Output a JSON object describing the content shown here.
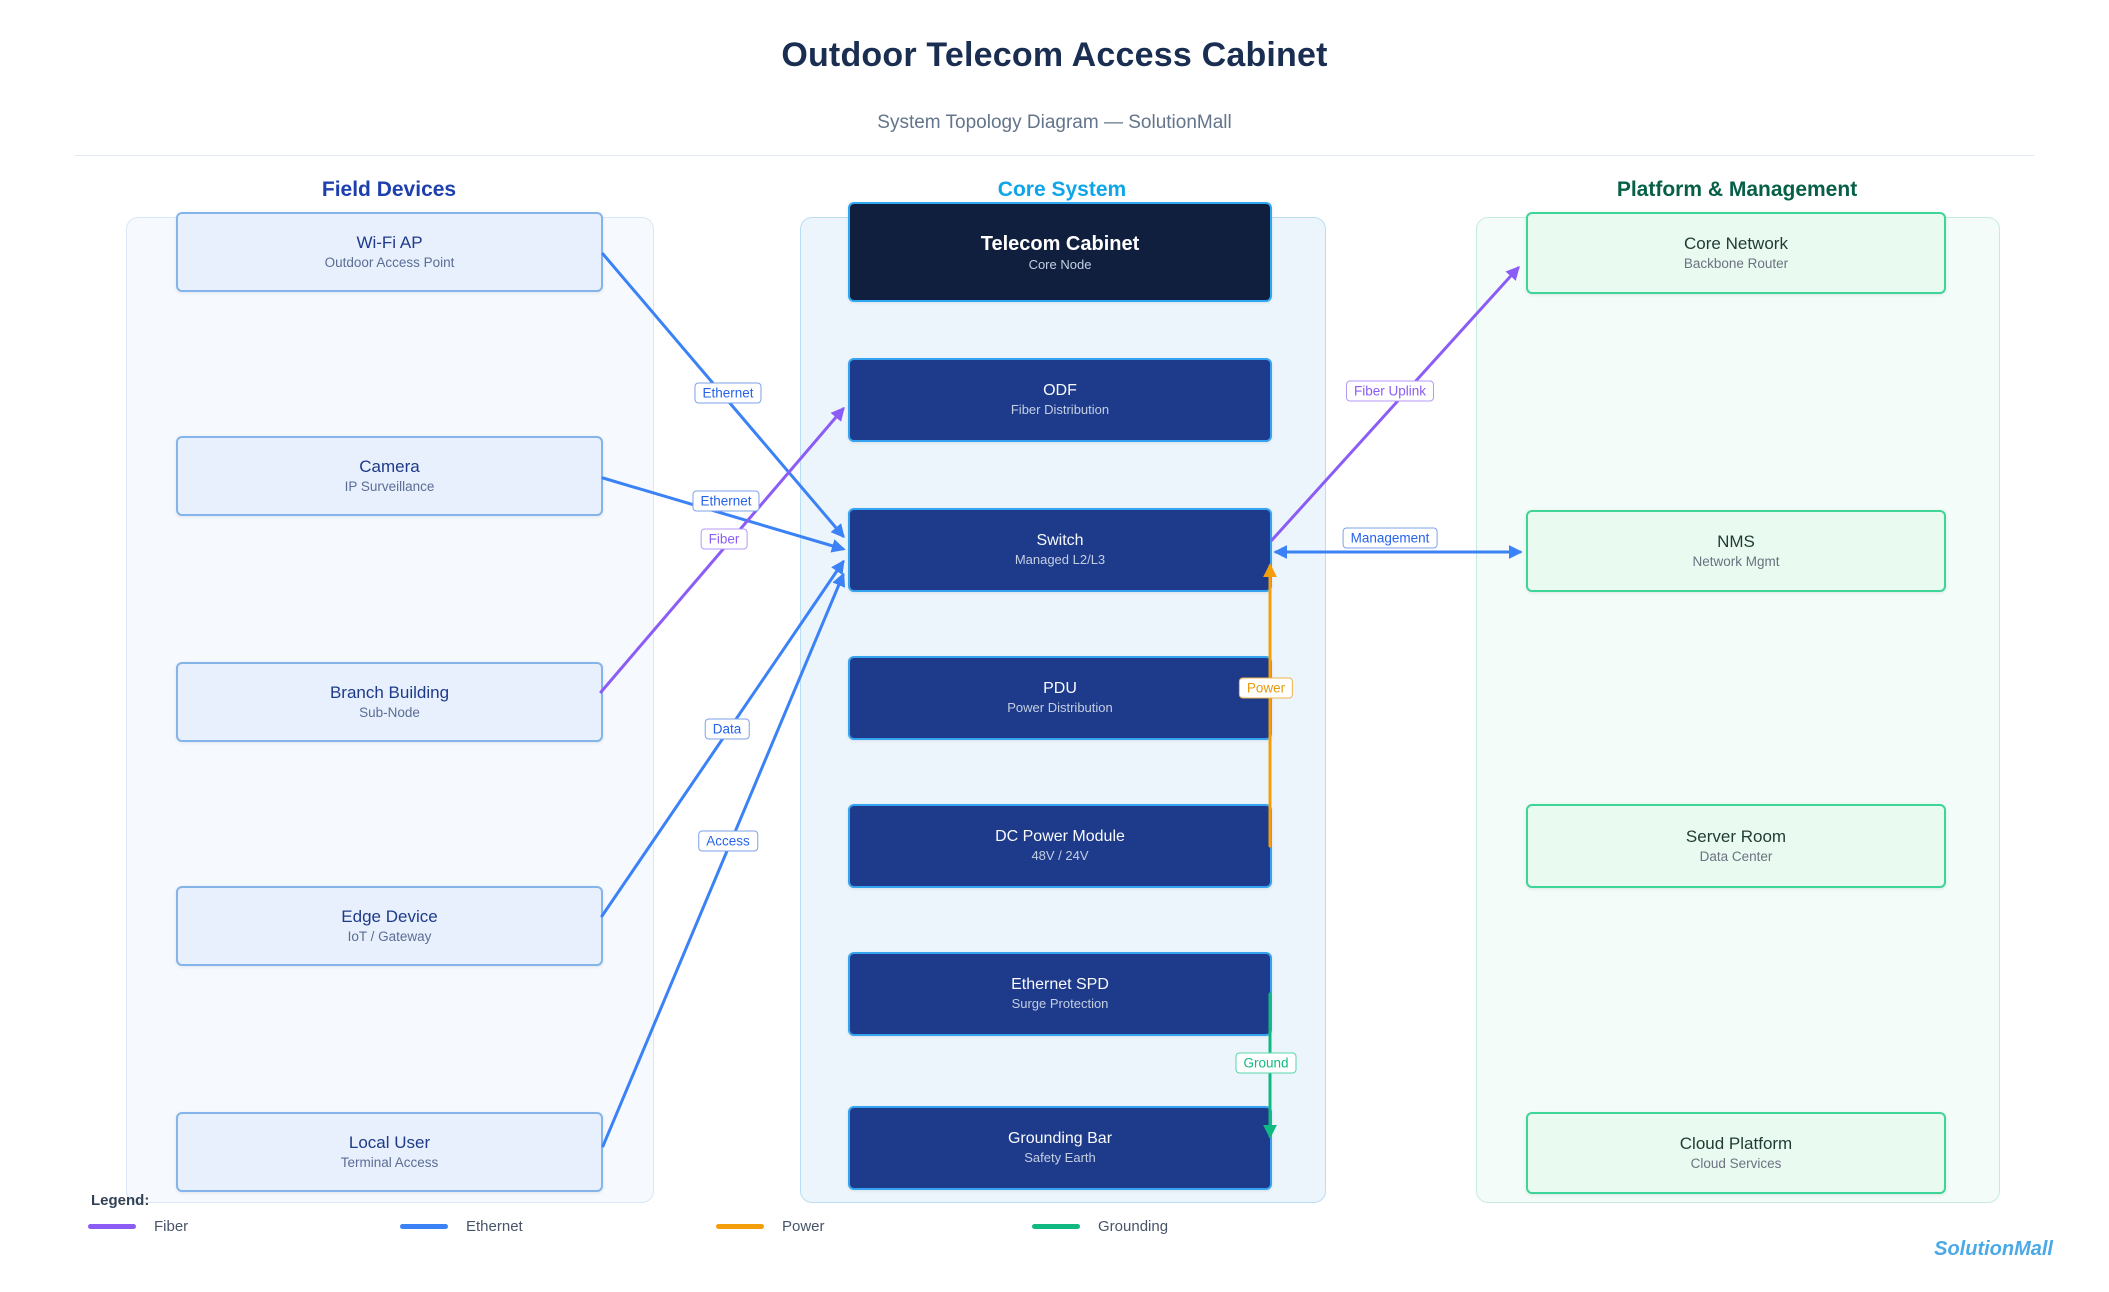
{
  "title": "Outdoor Telecom Access Cabinet",
  "subtitle": "System Topology Diagram — SolutionMall",
  "watermark": "SolutionMall",
  "colors": {
    "fiber": "#8b5cf6",
    "ethernet": "#3b82f6",
    "power": "#f59e0b",
    "grounding": "#10b981",
    "field_header": "#1e40af",
    "core_header": "#0ea5e9",
    "platform_header": "#065f46"
  },
  "columns": {
    "field": {
      "header": "Field Devices",
      "nodes": [
        {
          "title": "Wi-Fi AP",
          "subtitle": "Outdoor Access Point"
        },
        {
          "title": "Camera",
          "subtitle": "IP Surveillance"
        },
        {
          "title": "Branch Building",
          "subtitle": "Sub-Node"
        },
        {
          "title": "Edge Device",
          "subtitle": "IoT / Gateway"
        },
        {
          "title": "Local User",
          "subtitle": "Terminal Access"
        }
      ]
    },
    "core": {
      "header": "Core System",
      "nodes": [
        {
          "title": "Telecom Cabinet",
          "subtitle": "Core Node"
        },
        {
          "title": "ODF",
          "subtitle": "Fiber Distribution"
        },
        {
          "title": "Switch",
          "subtitle": "Managed L2/L3"
        },
        {
          "title": "PDU",
          "subtitle": "Power Distribution"
        },
        {
          "title": "DC Power Module",
          "subtitle": "48V / 24V"
        },
        {
          "title": "Ethernet SPD",
          "subtitle": "Surge Protection"
        },
        {
          "title": "Grounding Bar",
          "subtitle": "Safety Earth"
        }
      ]
    },
    "platform": {
      "header": "Platform & Management",
      "nodes": [
        {
          "title": "Core Network",
          "subtitle": "Backbone Router"
        },
        {
          "title": "NMS",
          "subtitle": "Network Mgmt"
        },
        {
          "title": "Server Room",
          "subtitle": "Data Center"
        },
        {
          "title": "Cloud Platform",
          "subtitle": "Cloud Services"
        }
      ]
    }
  },
  "edge_labels": {
    "wifi_ethernet": "Ethernet",
    "camera_ethernet": "Ethernet",
    "branch_fiber": "Fiber",
    "edge_data": "Data",
    "local_access": "Access",
    "fiber_uplink": "Fiber Uplink",
    "management": "Management",
    "power": "Power",
    "ground": "Ground"
  },
  "legend": {
    "title": "Legend:",
    "items": [
      {
        "label": "Fiber",
        "color": "#8b5cf6"
      },
      {
        "label": "Ethernet",
        "color": "#3b82f6"
      },
      {
        "label": "Power",
        "color": "#f59e0b"
      },
      {
        "label": "Grounding",
        "color": "#10b981"
      }
    ]
  }
}
